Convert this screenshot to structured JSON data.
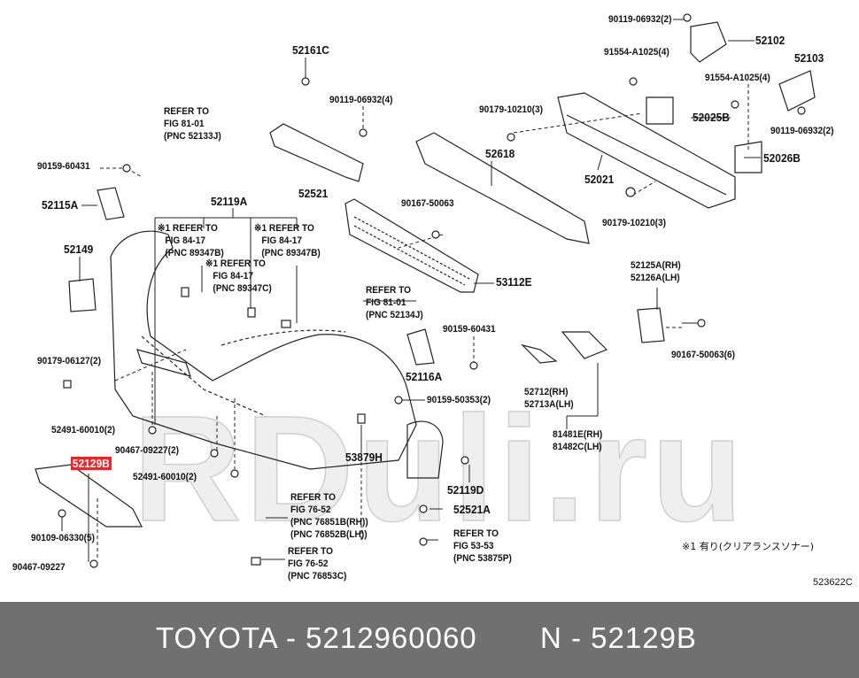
{
  "watermark": "RDuli.ru",
  "labels": {
    "p90119_06932_2a": "90119-06932(2)",
    "p52102": "52102",
    "p91554_a": "91554-A1025(4)",
    "p52103": "52103",
    "p52161C": "52161C",
    "p91554_b": "91554-A1025(4)",
    "ref_52133J": "REFER TO\nFIG 81-01\n(PNC 52133J)",
    "p90119_06932_4": "90119-06932(4)",
    "p90179_10210_a": "90179-10210(3)",
    "p52025B": "52025B",
    "p90119_06932_2b": "90119-06932(2)",
    "p52618": "52618",
    "p52026B": "52026B",
    "p90159_60431_a": "90159-60431",
    "p52021": "52021",
    "p52521": "52521",
    "p52115A": "52115A",
    "p52119A": "52119A",
    "p90167_50063": "90167-50063",
    "p90179_10210_b": "90179-10210(3)",
    "ref_89347B_a": "※1 REFER TO\n   FIG 84-17\n   (PNC 89347B)",
    "ref_89347B_b": "※1 REFER TO\n   FIG 84-17\n   (PNC 89347B)",
    "ref_89347C": "※1 REFER TO\n   FIG 84-17\n   (PNC 89347C)",
    "p52149": "52149",
    "p52125A": "52125A(RH)\n52126A(LH)",
    "p53112E": "53112E",
    "ref_52134J": "REFER TO\nFIG 81-01\n(PNC 52134J)",
    "p90159_60431_b": "90159-60431",
    "p90167_50063_6": "90167-50063(6)",
    "p90179_06127": "90179-06127(2)",
    "p52116A": "52116A",
    "p52712": "52712(RH)\n52713A(LH)",
    "p90159_50353": "90159-50353(2)",
    "p52491_a": "52491-60010(2)",
    "p81481E": "81481E(RH)\n81482C(LH)",
    "p90467_09227_2": "90467-09227(2)",
    "p53879H": "53879H",
    "p52129B": "52129B",
    "p52491_b": "52491-60010(2)",
    "p52119D": "52119D",
    "ref_76851B": "REFER TO\nFIG 76-52\n(PNC 76851B(RH))\n(PNC 76852B(LH))",
    "p52521A": "52521A",
    "p90109_06330": "90109-06330(5)",
    "ref_53875P": "REFER TO\nFIG 53-53\n(PNC 53875P)",
    "note": "※1 有り(クリアランスソナー)",
    "ref_76853C": "REFER TO\nFIG 76-52\n(PNC 76853C)",
    "p90467_09227": "90467-09227",
    "illustration_code": "523622C"
  },
  "highlight_color": "#e8262c",
  "footer": {
    "brand_part": "TOYOTA - 5212960060",
    "pnc": "N - 52129B"
  }
}
